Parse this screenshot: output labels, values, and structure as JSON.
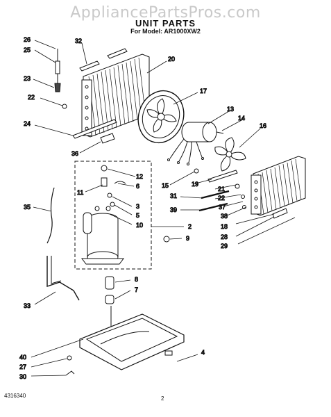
{
  "watermark": "AppliancePartsPros.com",
  "title": "UNIT PARTS",
  "subtitle": "For Model: AR1000XW2",
  "footer": {
    "doc_number": "4316340",
    "page": "2"
  },
  "parts": {
    "p2": "2",
    "p3": "3",
    "p4": "4",
    "p5": "5",
    "p6": "6",
    "p7": "7",
    "p8": "8",
    "p9": "9",
    "p10": "10",
    "p11": "11",
    "p12": "12",
    "p13": "13",
    "p14": "14",
    "p15": "15",
    "p16": "16",
    "p17": "17",
    "p18": "18",
    "p19": "19",
    "p20": "20",
    "p21": "21",
    "p22a": "22",
    "p22b": "22",
    "p23": "23",
    "p24": "24",
    "p25": "25",
    "p26": "26",
    "p27": "27",
    "p28": "28",
    "p29": "29",
    "p30": "30",
    "p31": "31",
    "p32": "32",
    "p33": "33",
    "p35": "35",
    "p36": "36",
    "p37": "37",
    "p38": "38",
    "p39": "39",
    "p40": "40"
  }
}
